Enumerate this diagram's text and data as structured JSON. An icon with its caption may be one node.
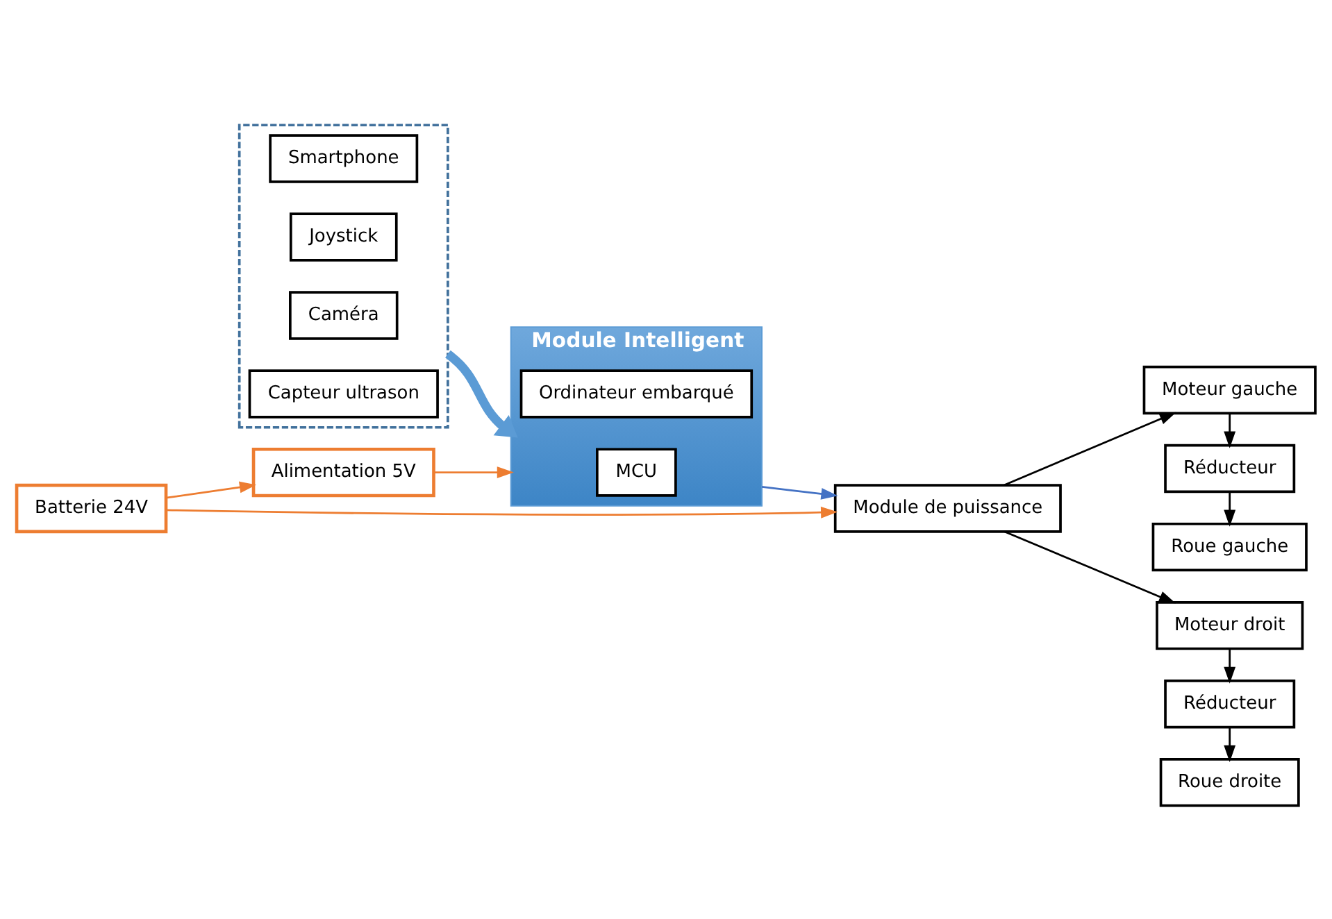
{
  "diagram": {
    "nodes": [
      {
        "text": [],
        "shape": "box"
      },
      {
        "text": [
          "Smartphone"
        ],
        "in": 0
      },
      {
        "text": [
          "Joystick"
        ],
        "in": 0
      },
      {
        "text": [
          "Caméra"
        ],
        "in": 0
      },
      {
        "text": [
          "Capteur ultrason"
        ],
        "in": 0
      },
      {
        "text": [
          "Module Intelligent"
        ]
      },
      {
        "text": [
          "Ordinateur embarqué"
        ],
        "in": 5
      },
      {
        "text": [
          "MCU"
        ],
        "in": 5
      },
      {
        "text": [
          "Module de puissance"
        ]
      },
      {
        "text": [
          "Roue gauche"
        ]
      },
      {
        "text": [
          "Réducteur"
        ]
      },
      {
        "text": [
          "Moteur gauche"
        ]
      },
      {
        "text": [
          "Moteur droit"
        ]
      },
      {
        "text": [
          "Réducteur"
        ]
      },
      {
        "text": [
          "Roue droite"
        ]
      },
      {
        "text": [
          "Alimentation 5V"
        ]
      },
      {
        "text": [
          "Batterie 24V"
        ]
      }
    ],
    "edges": [
      {
        "from": 0,
        "to": 5,
        "arrow": "to",
        "style": "thick",
        "color": "#5b9bd5"
      },
      {
        "from": 5,
        "to": 8,
        "arrow": "to",
        "color": "#4472c4"
      },
      {
        "from": 8,
        "to": 11,
        "arrow": "to"
      },
      {
        "from": 8,
        "to": 12,
        "arrow": "to"
      },
      {
        "from": 11,
        "to": 10,
        "arrow": "to"
      },
      {
        "from": 10,
        "to": 9,
        "arrow": "to"
      },
      {
        "from": 12,
        "to": 13,
        "arrow": "to"
      },
      {
        "from": 13,
        "to": 14,
        "arrow": "to"
      },
      {
        "from": 16,
        "to": 15,
        "arrow": "to",
        "color": "#ed7d31"
      },
      {
        "from": 16,
        "to": 8,
        "arrow": "to",
        "color": "#ed7d31"
      },
      {
        "from": 15,
        "to": 5,
        "arrow": "to",
        "color": "#ed7d31"
      }
    ]
  }
}
